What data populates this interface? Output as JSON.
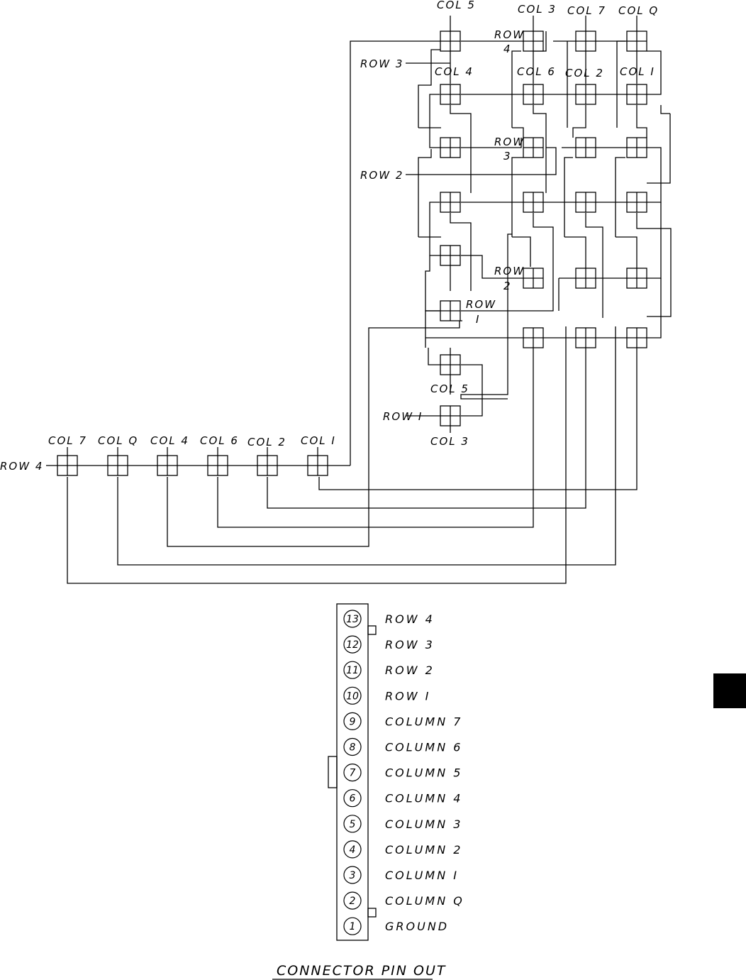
{
  "matrix_labels": {
    "top_col5": "COL 5",
    "top_col3": "COL 3",
    "top_col7": "COL 7",
    "top_col0": "COL Q",
    "row3_left": "ROW 3",
    "row4_top": "ROW",
    "row4_num": "4",
    "col4": "COL 4",
    "col6": "COL 6",
    "col2": "COL 2",
    "col1": "COL I",
    "row3_mid": "ROW",
    "row3_num": "3",
    "row2_left": "ROW 2",
    "row2_mid": "ROW",
    "row2_num": "2",
    "row1_mid": "ROW",
    "row1_num": "I",
    "bottom_col5": "COL 5",
    "row1_left": "ROW I",
    "bottom_col3": "COL 3"
  },
  "bottom_row": {
    "row_label": "ROW 4",
    "cols": [
      "COL 7",
      "COL Q",
      "COL 4",
      "COL 6",
      "COL 2",
      "COL I"
    ]
  },
  "connector": {
    "pins": [
      {
        "num": "13",
        "label": "ROW 4"
      },
      {
        "num": "12",
        "label": "ROW 3"
      },
      {
        "num": "11",
        "label": "ROW 2"
      },
      {
        "num": "10",
        "label": "ROW I"
      },
      {
        "num": "9",
        "label": "COLUMN 7"
      },
      {
        "num": "8",
        "label": "COLUMN 6"
      },
      {
        "num": "7",
        "label": "COLUMN 5"
      },
      {
        "num": "6",
        "label": "COLUMN 4"
      },
      {
        "num": "5",
        "label": "COLUMN 3"
      },
      {
        "num": "4",
        "label": "COLUMN 2"
      },
      {
        "num": "3",
        "label": "COLUMN I"
      },
      {
        "num": "2",
        "label": "COLUMN Q"
      },
      {
        "num": "1",
        "label": "GROUND"
      }
    ],
    "title": "CONNECTOR PIN OUT"
  }
}
